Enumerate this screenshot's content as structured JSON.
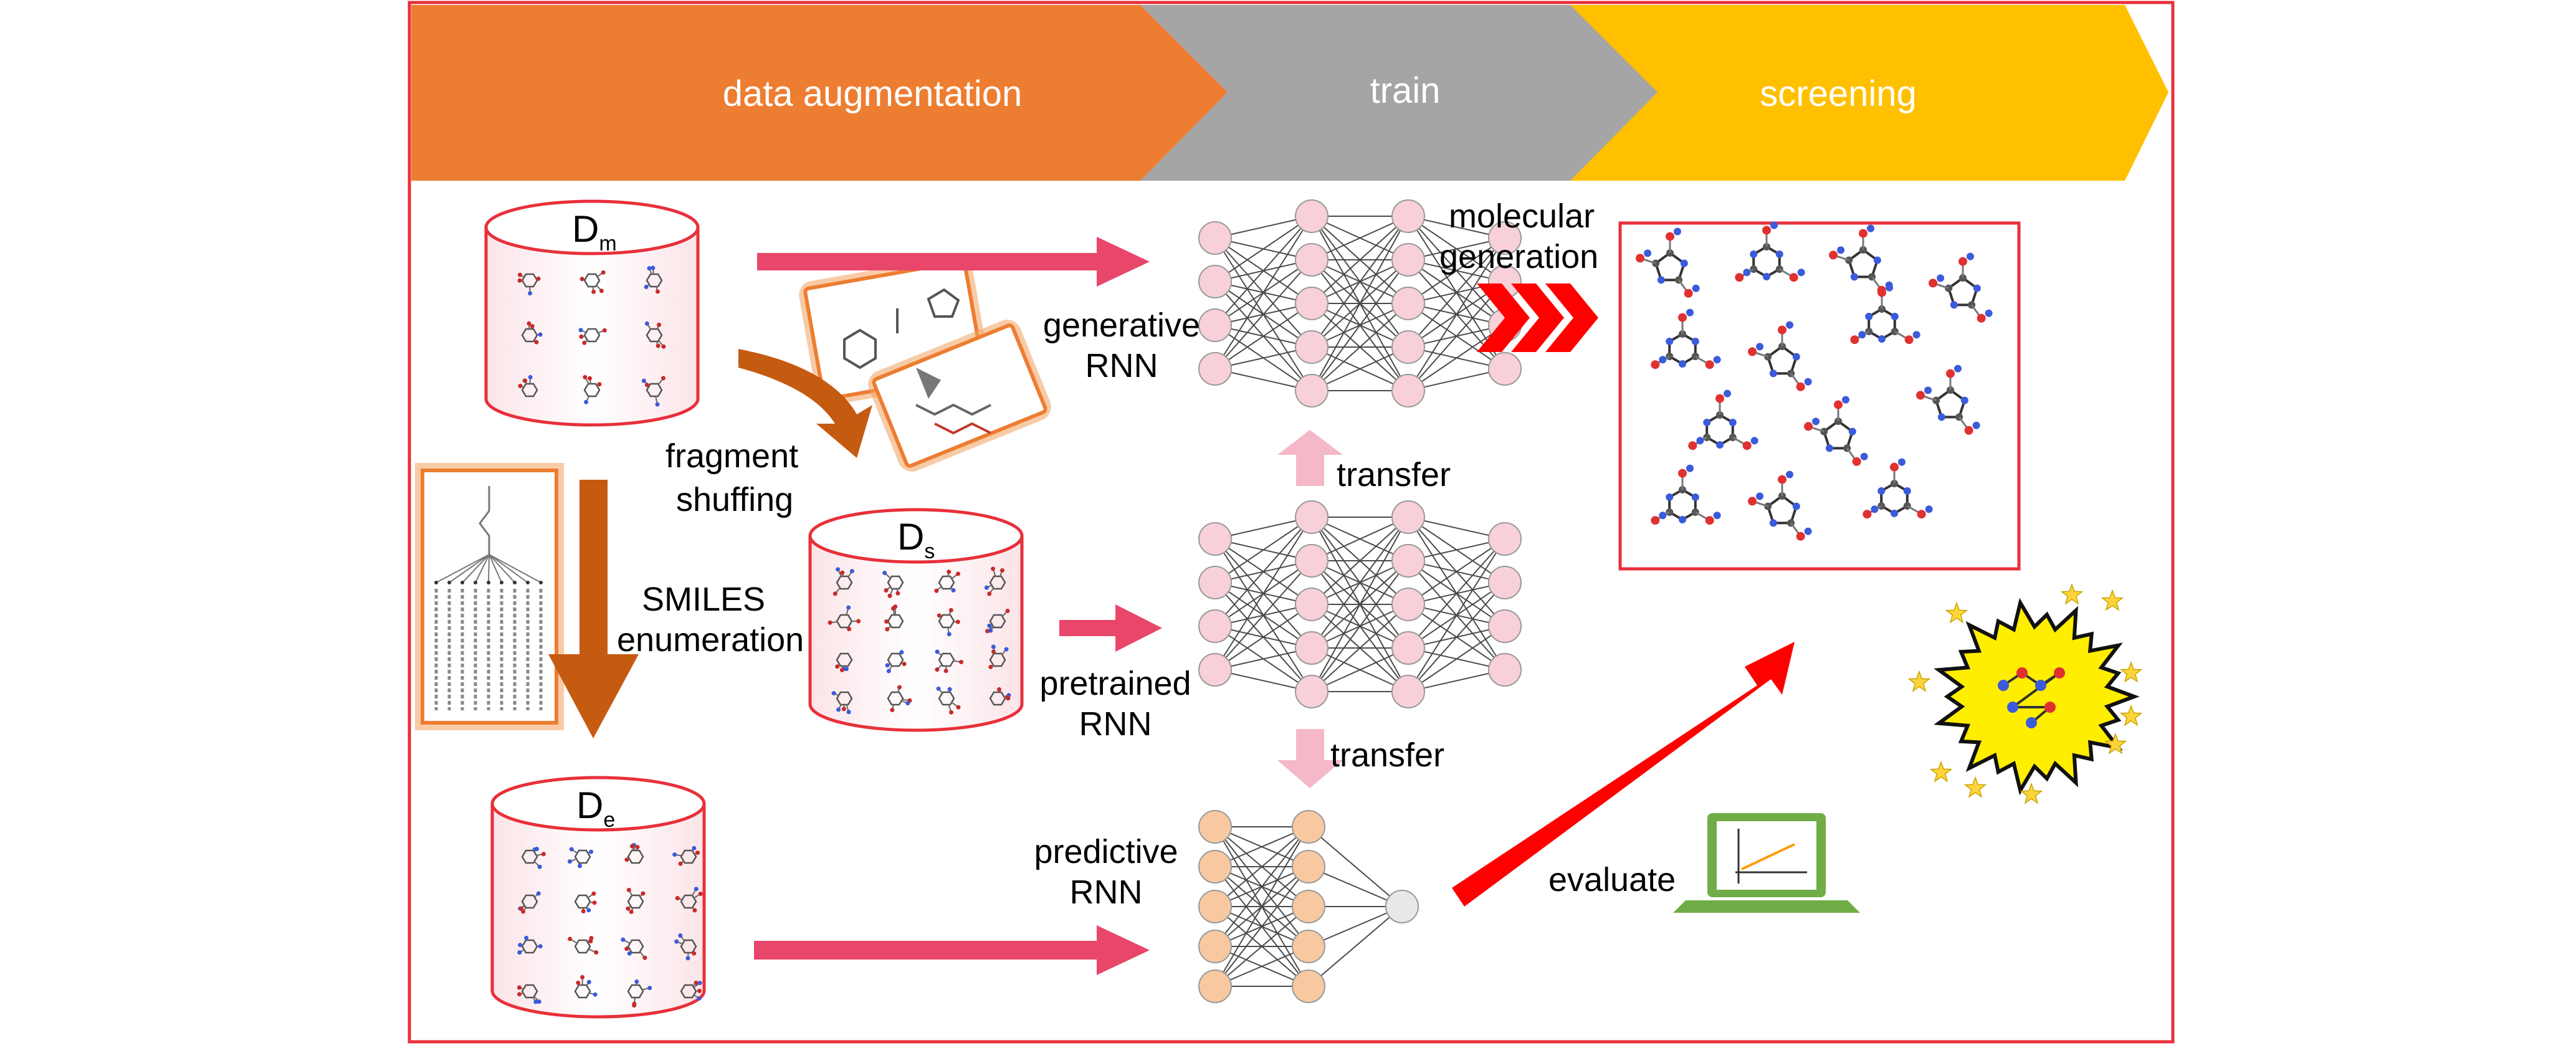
{
  "stages": {
    "augmentation": "data augmentation",
    "train": "train",
    "screening": "screening"
  },
  "datasets": {
    "dm": {
      "letter": "D",
      "sub": "m"
    },
    "ds": {
      "letter": "D",
      "sub": "s"
    },
    "de": {
      "letter": "D",
      "sub": "e"
    }
  },
  "labels": {
    "fragment_line1": "fragment",
    "fragment_line2": "shuffing",
    "smiles_line1": "SMILES",
    "smiles_line2": "enumeration",
    "generative_line1": "generative",
    "generative_line2": "RNN",
    "pretrained_line1": "pretrained",
    "pretrained_line2": "RNN",
    "predictive_line1": "predictive",
    "predictive_line2": "RNN",
    "transfer_top": "transfer",
    "transfer_bottom": "transfer",
    "molgen_line1": "molecular",
    "molgen_line2": "generation",
    "evaluate": "evaluate"
  },
  "colors": {
    "frame": "#e8303a",
    "augmentation": "#ed7d31",
    "train": "#a5a5a5",
    "screening": "#ffc000",
    "pink_arrow": "#e8466a",
    "orange_arrow": "#c55a11",
    "light_pink": "#f4b8c8",
    "node_pink": "#f8d0d8",
    "node_orange": "#f8c9a0",
    "laptop": "#70ad47",
    "red_arrow": "#ff0000"
  },
  "icons": {
    "molecules": "molecule-sketch-icon",
    "chevrons": "triple-chevron-icon",
    "laptop": "laptop-chart-icon",
    "explosion": "explosion-icon"
  }
}
